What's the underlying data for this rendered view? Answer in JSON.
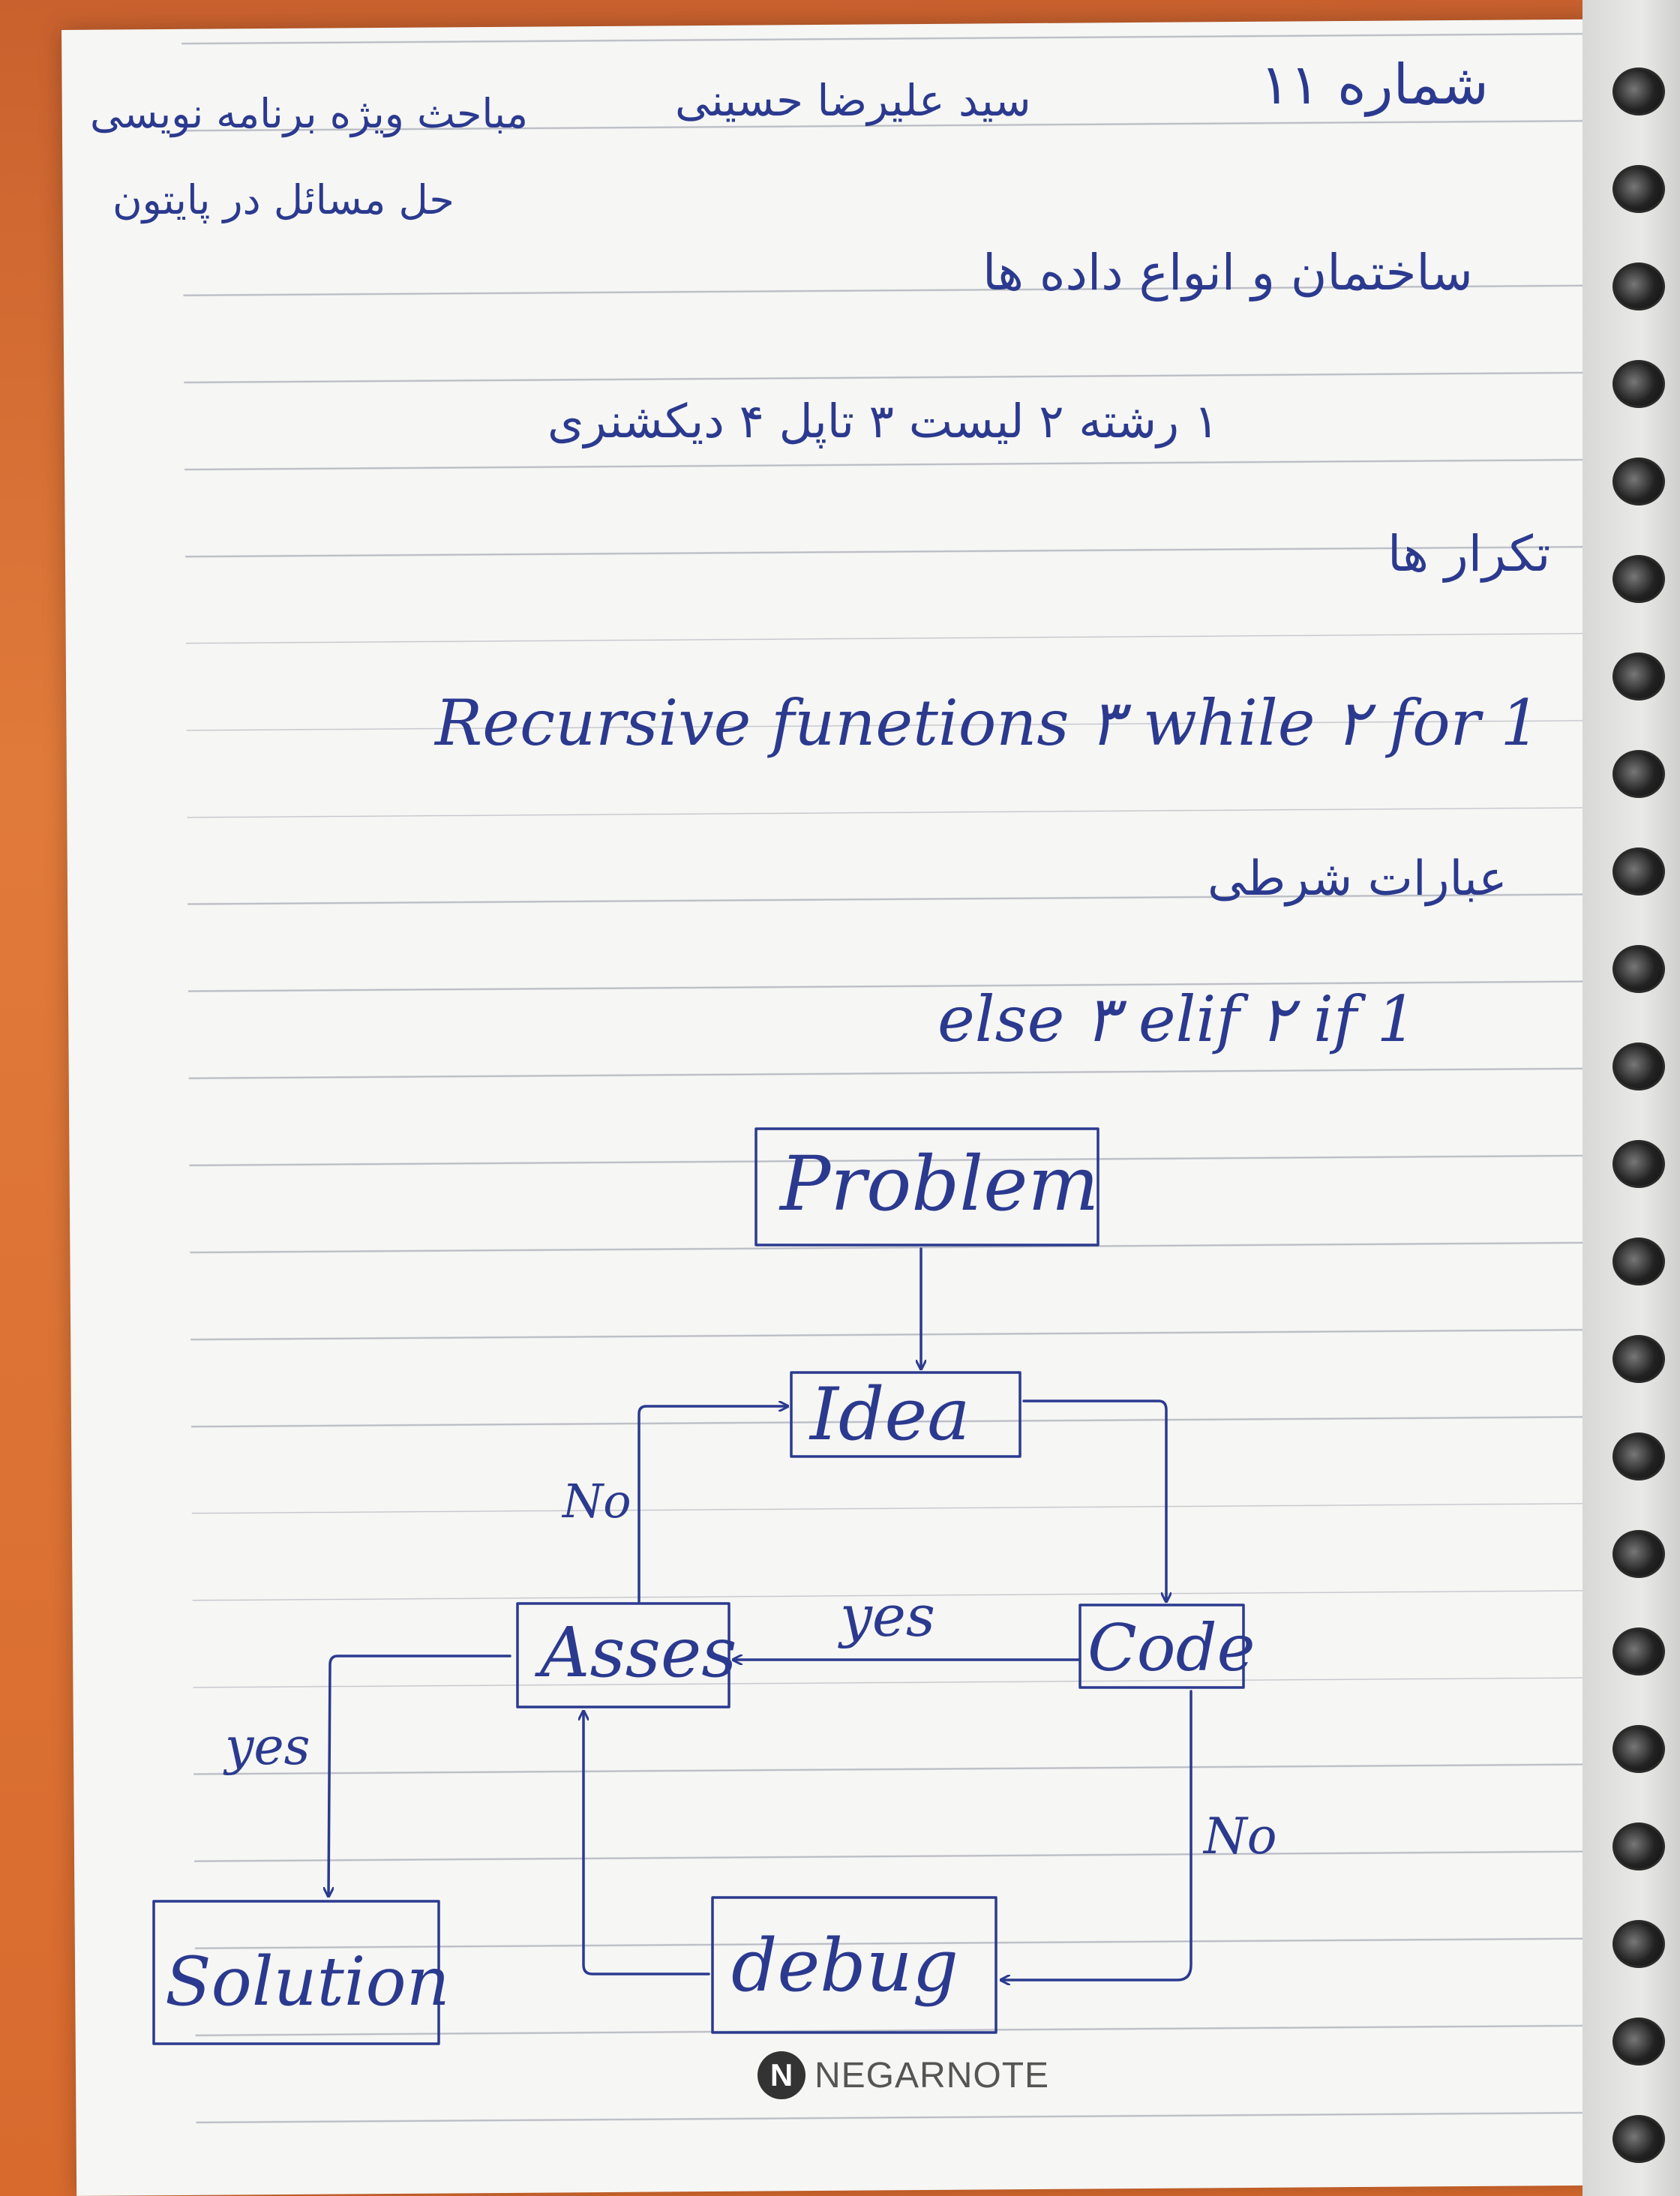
{
  "header": {
    "number_label": "شماره ۱۱",
    "author": "سید علیرضا حسینی",
    "course_line1": "مباحث ویژه برنامه نویسی",
    "course_line2": "حل مسائل در پایتون"
  },
  "sections": {
    "data_structures_title": "ساختمان و انواع داده ها",
    "data_structures_items": "۱ رشته ۲ لیست ۳ تاپل ۴ دیکشنری",
    "loops_title": "تکرار ها",
    "loops_items": "Recursive funetions ۳ while ۲ for 1",
    "conditions_title": "عبارات شرطی",
    "conditions_items": "else ۳ elif ۲ if 1"
  },
  "flowchart": {
    "nodes": {
      "problem": "Problem",
      "idea": "Idea",
      "asses": "Asses",
      "code": "Code",
      "solution": "Solution",
      "debug": "debug"
    },
    "edge_labels": {
      "asses_to_idea": "No",
      "code_to_asses": "yes",
      "asses_to_solution": "yes",
      "code_to_debug": "No"
    }
  },
  "watermark": {
    "mark": "N",
    "brand": "NEGARNOTE"
  },
  "colors": {
    "ink": "#2b3a8f",
    "paper": "#f6f6f4",
    "desk": "#d9672c",
    "rule_line": "#b9bcc4"
  }
}
